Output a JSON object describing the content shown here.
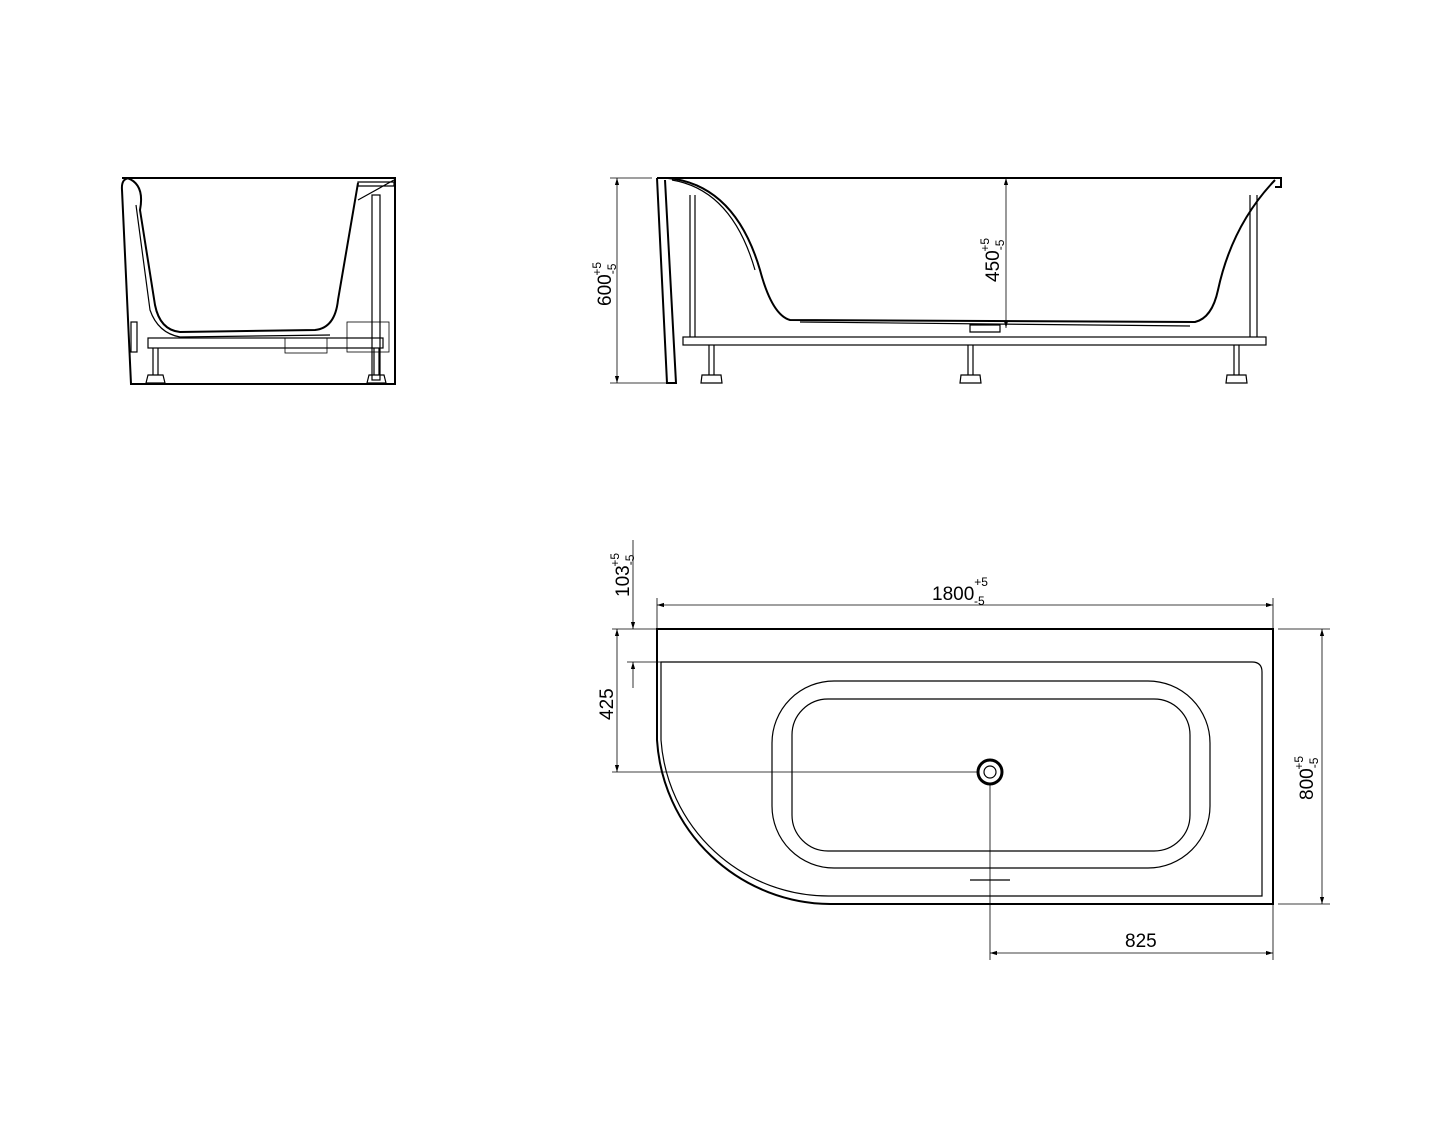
{
  "colors": {
    "line": "#000000",
    "background": "#ffffff"
  },
  "views": {
    "end_view": {
      "label": ""
    },
    "side_view": {
      "height_total": {
        "value": "600",
        "tol_plus": "+5",
        "tol_minus": "-5"
      },
      "depth": {
        "value": "450",
        "tol_plus": "+5",
        "tol_minus": "-5"
      }
    },
    "plan_view": {
      "length": {
        "value": "1800",
        "tol_plus": "+5",
        "tol_minus": "-5"
      },
      "width": {
        "value": "800",
        "tol_plus": "+5",
        "tol_minus": "-5"
      },
      "rim": {
        "value": "103",
        "tol_plus": "+5",
        "tol_minus": "-5"
      },
      "drain_from_back": {
        "value": "425"
      },
      "drain_from_right": {
        "value": "825"
      }
    }
  }
}
